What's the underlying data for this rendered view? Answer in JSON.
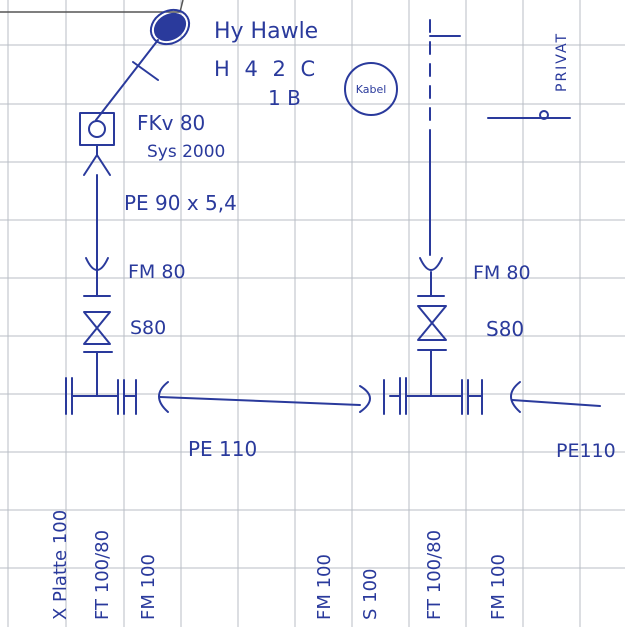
{
  "colors": {
    "ink": "#2a3a9c",
    "grid": "#b9bec6",
    "paper": "#ffffff"
  },
  "hydrant": {
    "title": "Hy Hawle",
    "code": "H 4 2 C",
    "code_suffix": "1 B",
    "stamp": "Kabel"
  },
  "private_label": "PRIVAT",
  "left_branch": {
    "top_fitting": "FKv 80",
    "system": "Sys 2000",
    "pipe": "PE 90 x 5,4",
    "fm": "FM 80",
    "valve": "S80"
  },
  "right_branch": {
    "fm": "FM 80",
    "valve": "S80"
  },
  "main_pipe": {
    "left_label": "PE 110",
    "right_label": "PE110"
  },
  "bottom_labels": [
    "X Platte 100",
    "FT 100/80",
    "FM 100",
    "FM 100",
    "S 100",
    "FT 100/80",
    "FM 100"
  ]
}
